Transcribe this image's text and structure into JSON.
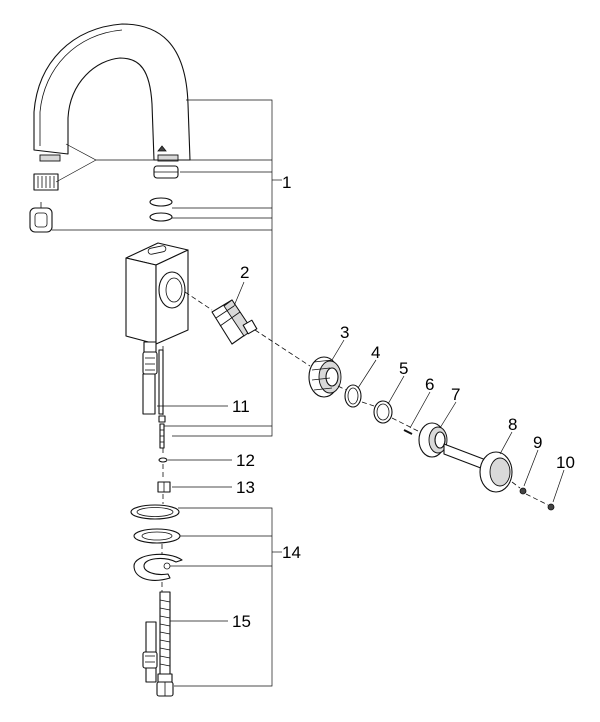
{
  "callouts": {
    "c1": "1",
    "c2": "2",
    "c3": "3",
    "c4": "4",
    "c5": "5",
    "c6": "6",
    "c7": "7",
    "c8": "8",
    "c9": "9",
    "c10": "10",
    "c11": "11",
    "c12": "12",
    "c13": "13",
    "c14": "14",
    "c15": "15"
  },
  "colors": {
    "line": "#111111",
    "background": "#ffffff",
    "shade": "#d9d9d9"
  }
}
